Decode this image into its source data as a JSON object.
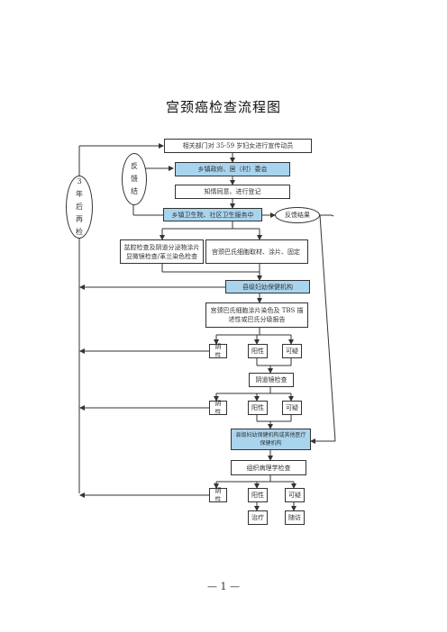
{
  "title": "宫颈癌检查流程图",
  "boxes": {
    "mobilize": "相关部门对 35-59 岁妇女进行宣传动员",
    "township_gov": "乡镇政府、居（村）委会",
    "consent": "知情同意、进行登记",
    "health_center": "乡镇卫生院、社区卫生服务中",
    "feedback_result": "反馈结果",
    "gyn_exam": "盆腔检查及阴道分泌物涂片 显微镜检查/革兰染色检查",
    "cytology_sampling": "宫颈巴氏细胞取材、涂片、固定",
    "county_mch": "县级妇幼保健机构",
    "pap_report": "宫颈巴氏细胞涂片染色及 TBS 描述性或巴氏分级报告",
    "negative_1": "阴性",
    "positive_1": "阳性",
    "suspicious_1": "可疑",
    "colposcopy": "阴道镜检查",
    "negative_2": "阴性",
    "positive_2": "阳性",
    "suspicious_2": "可疑",
    "referral_org": "县级妇幼保健机构或其他医疗保健机构",
    "pathology": "组织病理学检查",
    "negative_3": "阴性",
    "positive_3": "阳性",
    "suspicious_3": "可疑",
    "treatment": "治疗",
    "follow_up": "随访"
  },
  "ovals": {
    "feedback": "反馈结",
    "three_year_recheck": "3年后再检"
  },
  "footer": "— 1 —",
  "colors": {
    "highlight": "#a9d4ee",
    "line": "#333333"
  }
}
